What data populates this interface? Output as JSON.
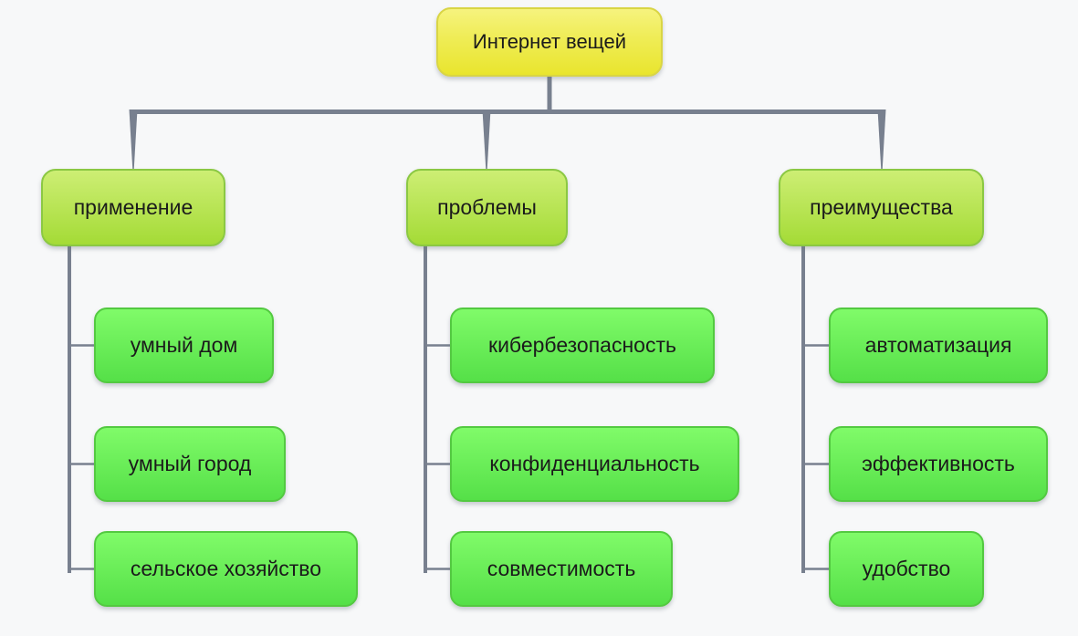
{
  "diagram_title": "Интернет вещей",
  "colors": {
    "background": "#f7f8f9",
    "connector": "#78808f",
    "root_fill_top": "#f6f37e",
    "root_fill_bottom": "#e9e52e",
    "root_border": "#d9d545",
    "branch_fill_top": "#cdee74",
    "branch_fill_bottom": "#a4db36",
    "branch_border": "#8bc843",
    "leaf_fill_top": "#80fb69",
    "leaf_fill_bottom": "#55e048",
    "leaf_border": "#53c941",
    "text": "#1b1b1b"
  },
  "tree": {
    "root": {
      "label": "Интернет вещей"
    },
    "branches": [
      {
        "label": "применение",
        "children": [
          "умный дом",
          "умный город",
          "сельское хозяйство"
        ]
      },
      {
        "label": "проблемы",
        "children": [
          "кибербезопасность",
          "конфиденциальность",
          "совместимость"
        ]
      },
      {
        "label": "преимущества",
        "children": [
          "автоматизация",
          "эффективность",
          "удобство"
        ]
      }
    ]
  }
}
